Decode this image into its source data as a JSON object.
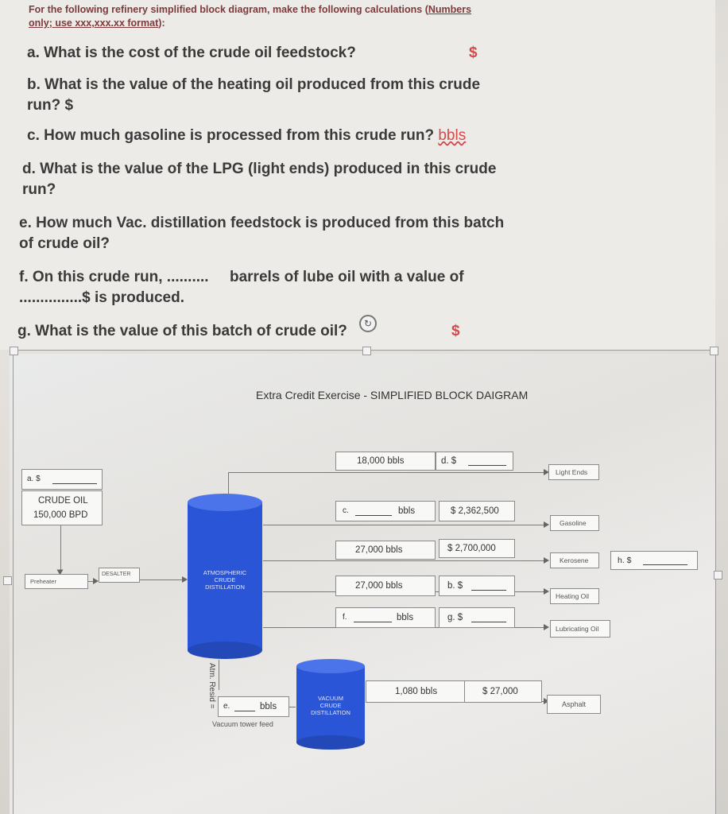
{
  "header": {
    "line1_pre": "For the following refinery simplified block diagram, make the following calculations (",
    "line1_u": "Numbers",
    "line2_u": "only; use xxx,xxx.xx format",
    "line2_post": "):"
  },
  "questions": {
    "a": {
      "text": "a. What is the cost of the crude oil feedstock?",
      "suffix": "$"
    },
    "b": {
      "line1": "b. What is the value of the heating oil produced from this crude",
      "line2": "run? $"
    },
    "c": {
      "text": "c. How much gasoline is processed from this crude run?",
      "suffix": "bbls"
    },
    "d": {
      "line1": "d. What is the value of the LPG (light ends) produced in this crude",
      "line2": "run?"
    },
    "e": {
      "line1": "e. How much Vac. distillation feedstock is produced from this batch",
      "line2": "of crude oil?"
    },
    "f": {
      "part1": "f. On this crude run, ..........",
      "part2": "barrels of lube oil",
      "part3": "with a value of",
      "line2": "...............$ is produced."
    },
    "g": {
      "text": "g. What is the value of this batch of crude oil?",
      "suffix": "$"
    }
  },
  "diagram": {
    "title": "Extra Credit Exercise - SIMPLIFIED BLOCK DAIGRAM",
    "cost_box": "a. $",
    "crude_label": "CRUDE OIL",
    "crude_rate": "150,000 BPD",
    "preheater": "Preheater",
    "desalter": "DESALTER",
    "atm_label": [
      "ATMOSPHERIC",
      "CRUDE",
      "DISTILLATION"
    ],
    "vac_label": [
      "VACUUM",
      "CRUDE",
      "DISTILLATION"
    ],
    "atm_resid": "Atm. Resid =",
    "vac_feed_prefix": "e.",
    "vac_feed_unit": "bbls",
    "vac_tower_feed": "Vacuum tower feed",
    "streams": [
      {
        "qty": "18,000 bbls",
        "value": "d. $",
        "product": "Light Ends"
      },
      {
        "qty_prefix": "c.",
        "qty": "bbls",
        "value": "$ 2,362,500",
        "product": "Gasoline"
      },
      {
        "qty": "27,000 bbls",
        "value": "$ 2,700,000",
        "product": "Kerosene"
      },
      {
        "qty": "27,000 bbls",
        "value": "b. $",
        "product": "Heating Oil"
      },
      {
        "qty_prefix": "f.",
        "qty": "bbls",
        "value": "g. $",
        "product": "Lubricating Oil"
      },
      {
        "qty": "1,080 bbls",
        "value": "$ 27,000",
        "product": "Asphalt"
      }
    ],
    "total_box": "h. $"
  },
  "colors": {
    "cylinder": "#2a55d6",
    "accent_red": "#d44a4a"
  }
}
